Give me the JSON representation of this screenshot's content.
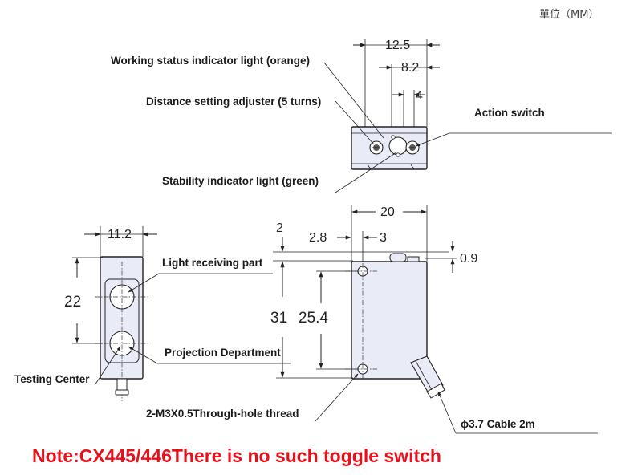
{
  "unit_label": "單位（MM）",
  "callouts": {
    "working_status": "Working status indicator light (orange)",
    "distance_adjuster": "Distance setting adjuster (5 turns)",
    "action_switch": "Action switch",
    "stability_indicator": "Stability indicator light (green)",
    "light_receiving": "Light receiving part",
    "projection": "Projection Department",
    "testing_center": "Testing Center",
    "through_hole": "2-M3X0.5Through-hole thread",
    "cable": "ϕ3.7 Cable 2m"
  },
  "dimensions": {
    "top_width": "12.5",
    "top_mid": "8.2",
    "top_small": "4",
    "side_width": "11.2",
    "side_height": "22",
    "front_width": "20",
    "front_2": "2",
    "front_28": "2.8",
    "front_3": "3",
    "front_09": "0.9",
    "front_31": "31",
    "front_254": "25.4"
  },
  "note": {
    "text": "Note:CX445/446There is no such toggle switch",
    "color": "#e8101a"
  },
  "colors": {
    "body_fill": "#e9ebf6",
    "line": "#222222"
  }
}
